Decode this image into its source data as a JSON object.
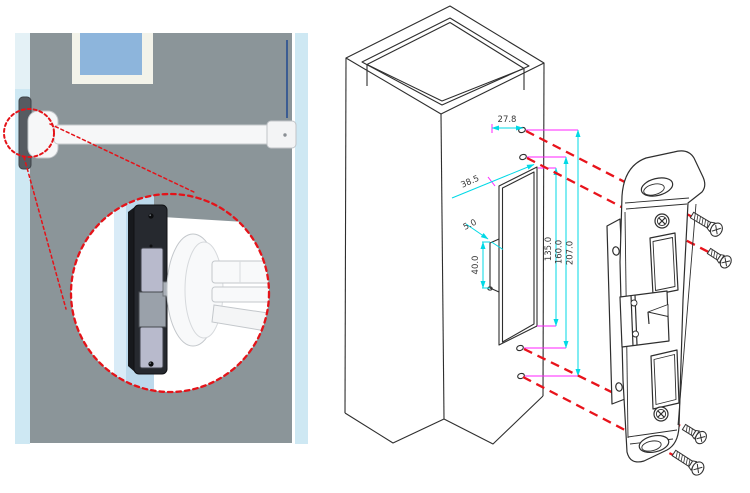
{
  "diagram": {
    "dimensions": {
      "hole_top_offset": "27.8",
      "cutout_top_width": "38.5",
      "notch_depth": "5.0",
      "notch_height": "40.0",
      "cutout_height": "135.0",
      "hole_span_inner": "160.0",
      "hole_span_outer": "207.0"
    },
    "colors": {
      "dimension_line": "#00d9e6",
      "extension_line": "#ff22ff",
      "projection_line": "#e8131b",
      "callout_red": "#e41319",
      "text": "#3a3a3a",
      "drawing_line": "#2e2e2e",
      "door_gray": "#8b9599",
      "frame_blue": "#cee8f3",
      "window_blue": "#8db5dc",
      "strike_black": "#26292f",
      "keeper_lavender": "#b8bacc"
    },
    "icons": {
      "left_scene": "door-panic-bar-illustration",
      "callout": "magnifier-detail-circle",
      "right_scene": "frame-jamb-isometric-drawing",
      "hardware": "electric-strike-faceplate-and-screws"
    }
  }
}
